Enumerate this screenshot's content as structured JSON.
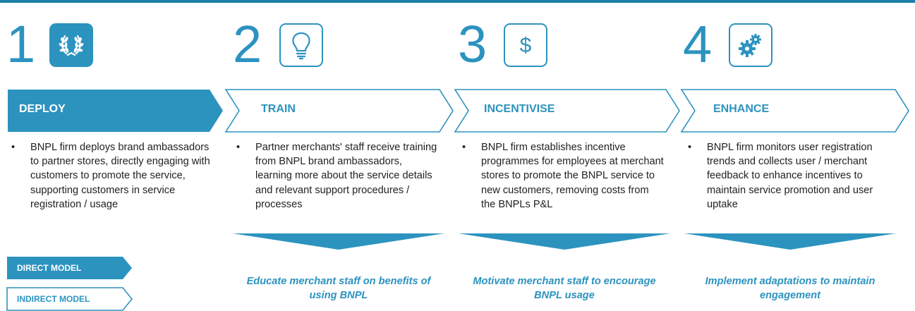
{
  "colors": {
    "accent": "#2c93bf",
    "accent_dark": "#1b7fa8",
    "text": "#222222"
  },
  "steps": [
    {
      "number": "1",
      "icon": "laurel-wreath-icon",
      "title": "DEPLOY",
      "description": "BNPL firm deploys brand ambassadors to partner stores, directly engaging with customers to promote the service, supporting customers in service registration / usage",
      "takeaway": ""
    },
    {
      "number": "2",
      "icon": "lightbulb-icon",
      "title": "TRAIN",
      "description": "Partner merchants' staff receive training from BNPL brand ambassadors, learning more about the service details and relevant support procedures / processes",
      "takeaway": "Educate merchant staff on benefits of using BNPL"
    },
    {
      "number": "3",
      "icon": "dollar-icon",
      "title": "INCENTIVISE",
      "description": "BNPL firm establishes incentive programmes for employees at merchant stores to promote the BNPL service to new customers, removing costs from the BNPLs P&L",
      "takeaway": "Motivate merchant staff to encourage BNPL usage"
    },
    {
      "number": "4",
      "icon": "gears-icon",
      "title": "ENHANCE",
      "description": "BNPL firm monitors user registration trends and collects user / merchant feedback to enhance incentives to maintain service promotion and user uptake",
      "takeaway": "Implement adaptations to maintain engagement"
    }
  ],
  "legend": {
    "direct": "DIRECT MODEL",
    "indirect": "INDIRECT MODEL"
  },
  "bullet": "•"
}
